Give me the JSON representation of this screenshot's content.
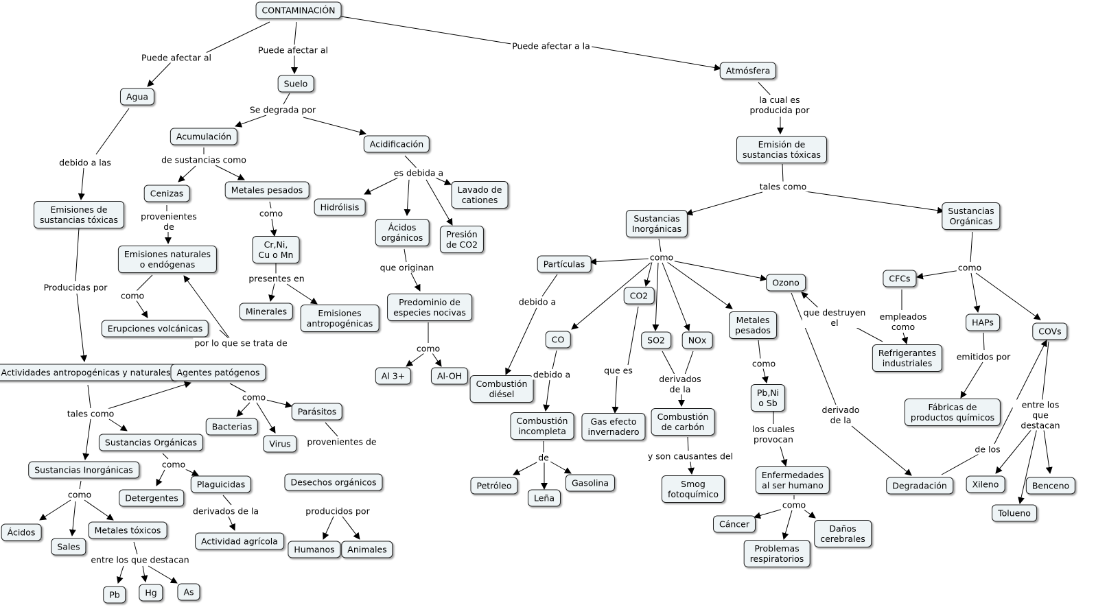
{
  "nodes": {
    "contaminacion": "CONTAMINACIÓN",
    "agua": "Agua",
    "suelo": "Suelo",
    "atmosfera": "Atmósfera",
    "emisiones_toxicas_agua": "Emisiones de\nsustancias tóxicas",
    "actividades": "Actividades antropogénicas y naturales",
    "agentes_patogenos": "Agentes patógenos",
    "sust_organicas_agua": "Sustancias Orgánicas",
    "sust_inorganicas_agua": "Sustancias Inorgánicas",
    "acidos": "Ácidos",
    "sales": "Sales",
    "metales_toxicos": "Metales tóxicos",
    "pb": "Pb",
    "hg": "Hg",
    "as": "As",
    "detergentes": "Detergentes",
    "plaguicidas": "Plaguicidas",
    "actividad_agricola": "Actividad agrícola",
    "bacterias": "Bacterias",
    "virus": "Virus",
    "parasitos": "Parásitos",
    "desechos_organicos": "Desechos orgánicos",
    "humanos": "Humanos",
    "animales": "Animales",
    "acumulacion": "Acumulación",
    "cenizas": "Cenizas",
    "metales_pesados_suelo": "Metales pesados",
    "emisiones_naturales": "Emisiones naturales\no endógenas",
    "erupciones": "Erupciones volcánicas",
    "cr_ni": "Cr,Ni,\nCu o Mn",
    "minerales": "Minerales",
    "emisiones_antropogenicas": "Emisiones\nantropogénicas",
    "acidificacion": "Acidificación",
    "hidrolisis": "Hidrólisis",
    "lavado_cationes": "Lavado de\ncationes",
    "acidos_organicos": "Ácidos\norgánicos",
    "presion_co2": "Presión\nde CO2",
    "predominio": "Predominio de\nespecies nocivas",
    "al3": "Al 3+",
    "aloh": "Al-OH",
    "emision_toxicas_atm": "Emisión de\nsustancias tóxicas",
    "sust_inorganicas_atm": "Sustancias\nInorgánicas",
    "sust_organicas_atm": "Sustancias\nOrgánicas",
    "particulas": "Partículas",
    "combustion_diesel": "Combustión\ndiésel",
    "co": "CO",
    "combustion_incompleta": "Combustión\nincompleta",
    "petroleo": "Petróleo",
    "lena": "Leña",
    "gasolina": "Gasolina",
    "co2": "CO2",
    "gas_efecto": "Gas efecto\ninvernadero",
    "so2": "SO2",
    "nox": "NOx",
    "combustion_carbon": "Combustión\nde carbón",
    "smog": "Smog\nfotoquímico",
    "metales_pesados_atm": "Metales\npesados",
    "pb_ni_sb": "Pb,Ni\no Sb",
    "enfermedades": "Enfermedades\nal ser humano",
    "cancer": "Cáncer",
    "problemas_resp": "Problemas\nrespiratorios",
    "danos_cerebrales": "Daños\ncerebrales",
    "ozono": "Ozono",
    "degradacion": "Degradación",
    "cfcs": "CFCs",
    "refrigerantes": "Refrigerantes\nindustriales",
    "haps": "HAPs",
    "fabricas": "Fábricas de\nproductos químicos",
    "covs": "COVs",
    "xileno": "Xileno",
    "tolueno": "Tolueno",
    "benceno": "Benceno"
  },
  "labels": {
    "puede_agua": "Puede afectar al",
    "puede_suelo": "Puede afectar al",
    "puede_atm": "Puede afectar a la",
    "debido_a_las": "debido a las",
    "producidas_por": "Producidas por",
    "tales_como_agua": "tales como",
    "como_inorg_agua": "como",
    "entre_los_que_destacan": "entre los que destacan",
    "como_org_agua": "como",
    "derivados_de_la": "derivados de la",
    "como_patogenos": "como",
    "provenientes_de_parasitos": "provenientes de",
    "producidos_por": "producidos por",
    "se_degrada_por": "Se degrada por",
    "de_sustancias_como": "de sustancias como",
    "provenientes_de_cenizas": "provenientes\nde",
    "como_emisiones": "como",
    "por_lo_que_se_trata_de": "por lo que se trata de",
    "como_metales_suelo": "como",
    "presentes_en": "presentes en",
    "es_debida_a": "es debida a",
    "que_originan": "que originan",
    "como_predominio": "como",
    "la_cual_es_producida_por": "la cual es\nproducida por",
    "tales_como_atm": "tales como",
    "como_inorg_atm": "como",
    "debido_a_particulas": "debido a",
    "debido_a_co": "debido a",
    "de_combustion": "de",
    "que_es": "que es",
    "derivados_de_la_atm": "derivados\nde la",
    "y_son_causantes_del": "y son causantes del",
    "como_metales_atm": "como",
    "los_cuales_provocan": "los cuales\nprovocan",
    "como_enfermedades": "como",
    "derivado_de_la": "derivado\nde la",
    "que_destruyen_el": "que destruyen\nel",
    "como_org_atm": "como",
    "empleados_como": "empleados\ncomo",
    "emitidos_por": "emitidos por",
    "de_los": "de los",
    "entre_los_que_destacan_atm": "entre los\nque destacan"
  }
}
